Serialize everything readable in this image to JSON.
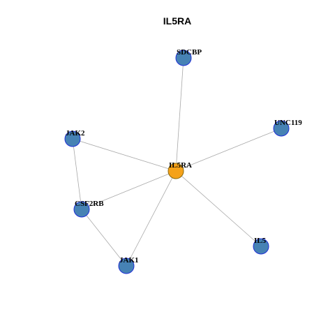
{
  "diagram": {
    "title": "IL5RA",
    "colors": {
      "center_fill": "#f5a21a",
      "center_stroke": "#8a6a10",
      "node_fill": "#4682b4",
      "node_stroke": "#1f2fd6",
      "edge": "#a8a8a8"
    },
    "nodes": [
      {
        "id": "IL5RA",
        "label": "IL5RA",
        "role": "center"
      },
      {
        "id": "SDCBP",
        "label": "SDCBP",
        "role": "neighbor"
      },
      {
        "id": "UNC119",
        "label": "UNC119",
        "role": "neighbor"
      },
      {
        "id": "JAK2",
        "label": "JAK2",
        "role": "neighbor"
      },
      {
        "id": "CSF2RB",
        "label": "CSF2RB",
        "role": "neighbor"
      },
      {
        "id": "JAK1",
        "label": "JAK1",
        "role": "neighbor"
      },
      {
        "id": "IL5",
        "label": "IL5",
        "role": "neighbor"
      }
    ],
    "edges": [
      [
        "IL5RA",
        "SDCBP"
      ],
      [
        "IL5RA",
        "UNC119"
      ],
      [
        "IL5RA",
        "JAK2"
      ],
      [
        "IL5RA",
        "CSF2RB"
      ],
      [
        "IL5RA",
        "JAK1"
      ],
      [
        "IL5RA",
        "IL5"
      ],
      [
        "JAK2",
        "CSF2RB"
      ],
      [
        "CSF2RB",
        "JAK1"
      ]
    ]
  }
}
